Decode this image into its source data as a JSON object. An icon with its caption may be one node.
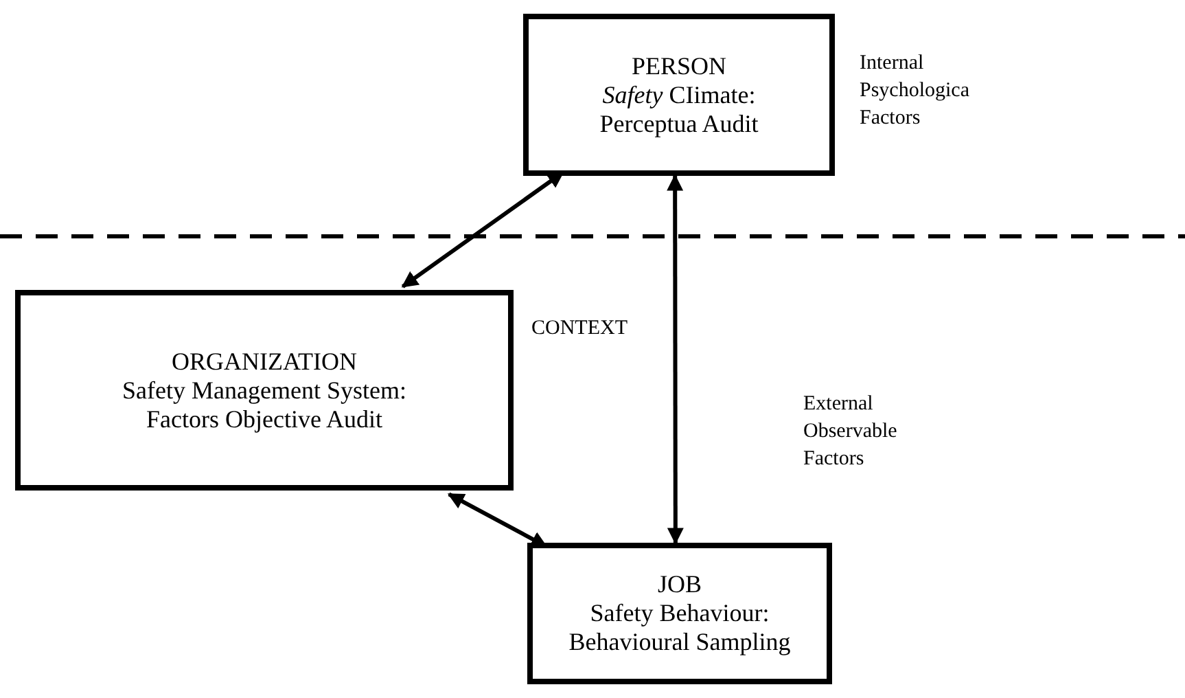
{
  "diagram": {
    "nodes": [
      {
        "text": [
          "PERSON",
          "*Safety* CIimate: Perceptua Audit"
        ]
      },
      {
        "text": [
          "ORGANIZATION",
          "Safety Management System: Factors Objective Audit"
        ]
      },
      {
        "text": [
          "JOB",
          "Safety Behaviour: Behavioural Sampling"
        ]
      }
    ],
    "edges": [
      {
        "from": 0,
        "to": 1,
        "arrow": "both"
      },
      {
        "from": 0,
        "to": 2,
        "arrow": "both"
      },
      {
        "from": 1,
        "to": 2,
        "arrow": "both"
      }
    ],
    "labels": [
      "Internal Psychologica Factors",
      "CONTEXT",
      "External Observable Factors"
    ]
  }
}
